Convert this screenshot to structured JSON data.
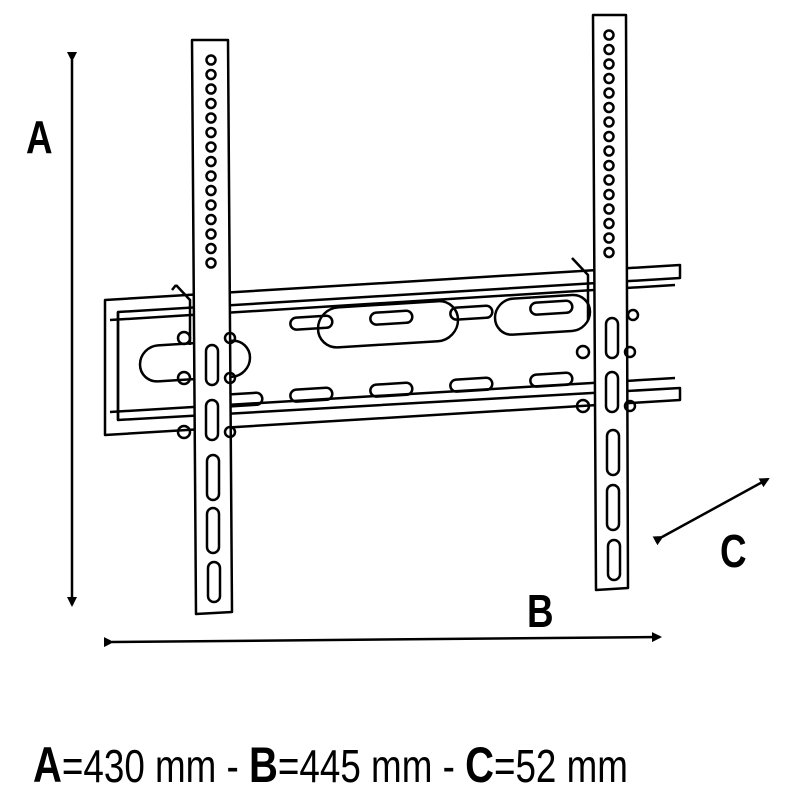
{
  "labels": {
    "a": "A",
    "b": "B",
    "c": "C"
  },
  "dimensions": [
    {
      "letter": "A",
      "equals": "=",
      "value": "430 mm",
      "sep": "-"
    },
    {
      "letter": "B",
      "equals": "=",
      "value": "445 mm",
      "sep": "-"
    },
    {
      "letter": "C",
      "equals": "=",
      "value": "52 mm"
    }
  ],
  "colors": {
    "line": "#000000",
    "background": "#ffffff"
  }
}
